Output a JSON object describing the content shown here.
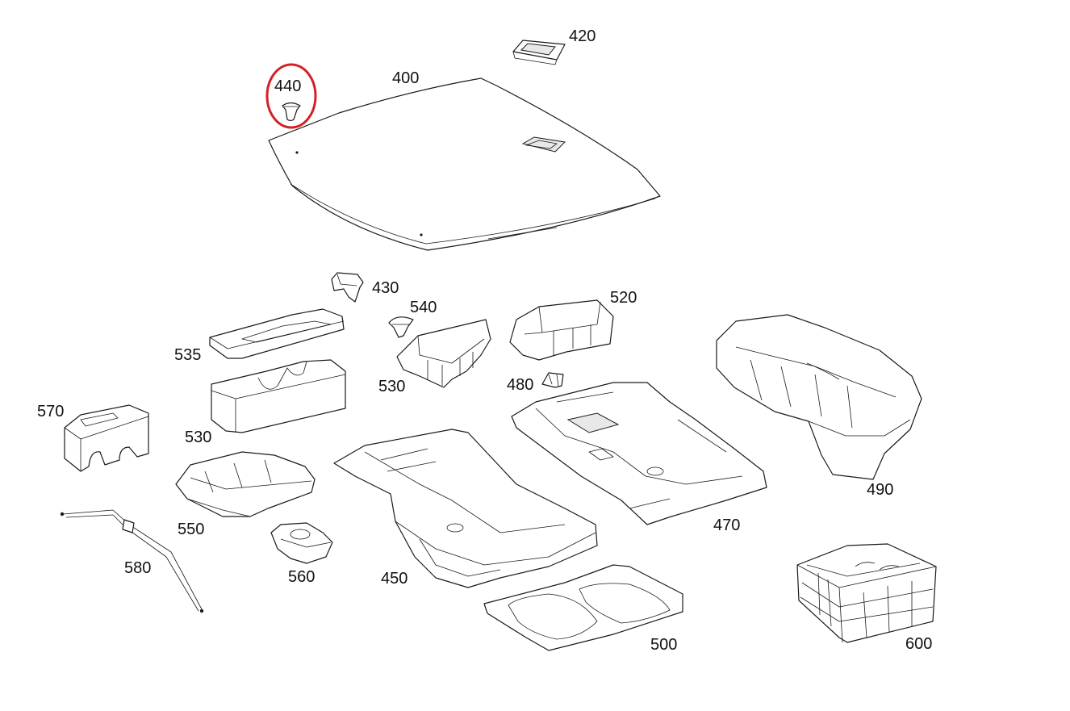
{
  "diagram": {
    "parts": [
      {
        "id": "p400",
        "label": "400"
      },
      {
        "id": "p420",
        "label": "420"
      },
      {
        "id": "p440",
        "label": "440"
      },
      {
        "id": "p430",
        "label": "430"
      },
      {
        "id": "p540",
        "label": "540"
      },
      {
        "id": "p520",
        "label": "520"
      },
      {
        "id": "p535",
        "label": "535"
      },
      {
        "id": "p530a",
        "label": "530"
      },
      {
        "id": "p530b",
        "label": "530"
      },
      {
        "id": "p480",
        "label": "480"
      },
      {
        "id": "p570",
        "label": "570"
      },
      {
        "id": "p490",
        "label": "490"
      },
      {
        "id": "p550",
        "label": "550"
      },
      {
        "id": "p470",
        "label": "470"
      },
      {
        "id": "p580",
        "label": "580"
      },
      {
        "id": "p560",
        "label": "560"
      },
      {
        "id": "p450",
        "label": "450"
      },
      {
        "id": "p500",
        "label": "500"
      },
      {
        "id": "p600",
        "label": "600"
      }
    ],
    "highlight": {
      "part": "440",
      "color": "#d42027"
    }
  }
}
